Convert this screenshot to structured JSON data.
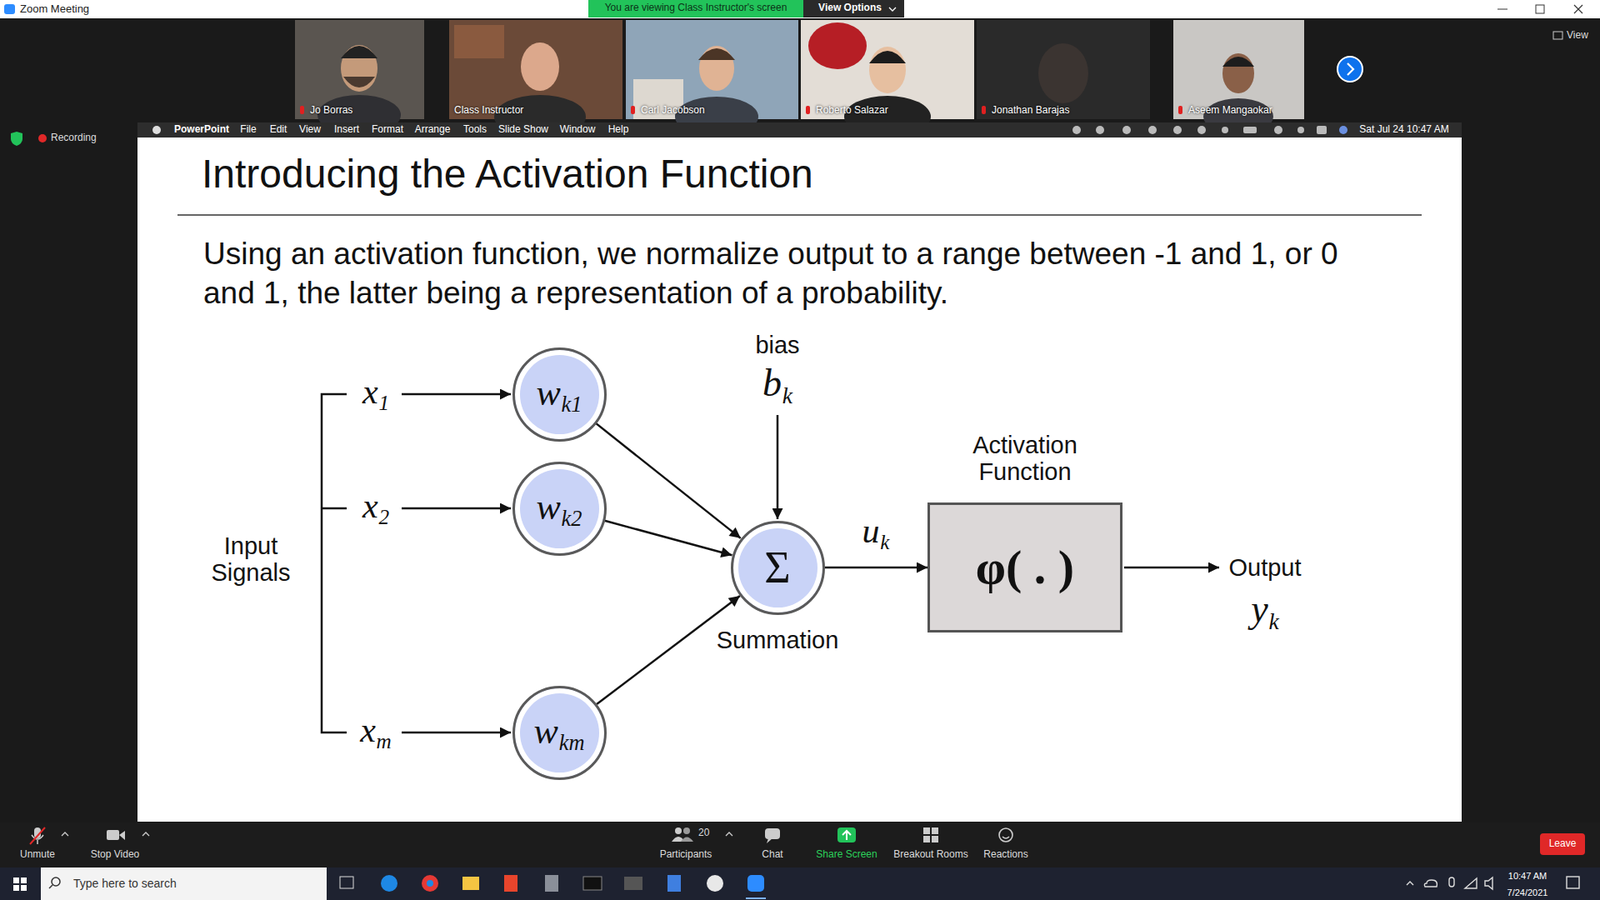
{
  "diagram": {
    "title": "Introducing the Activation Function",
    "nodes": [
      {
        "text": [
          "wk1"
        ]
      },
      {
        "text": [
          "wk2"
        ]
      },
      {
        "text": [
          "wkm"
        ]
      },
      {
        "text": [
          "Σ",
          "Summation"
        ]
      },
      {
        "text": [
          "Activation Function",
          "φ( . )"
        ]
      }
    ],
    "edges": [
      {
        "from": 0,
        "to": 3,
        "arrow": "to"
      },
      {
        "from": 1,
        "to": 3,
        "arrow": "to"
      },
      {
        "from": 2,
        "to": 3,
        "arrow": "to"
      },
      {
        "from": 3,
        "to": 4,
        "arrow": "to"
      }
    ],
    "labels": [
      "Using an activation function, we normalize output to a range between -1 and 1, or 0 and 1, the latter being a representation of a probability.",
      "x1",
      "x2",
      "xm",
      "Input Signals",
      "bias",
      "bk",
      "uk",
      "Output",
      "yk",
      "Zoom Meeting",
      "You are viewing Class Instructor's screen",
      "View Options",
      "Jo Borras",
      "Class Instructor",
      "Carl Jacobson",
      "Roberto Salazar",
      "Jonathan Barajas",
      "Aseem Mangaokar",
      "View",
      "Recording",
      "PowerPoint",
      "File",
      "Edit",
      "View",
      "Insert",
      "Format",
      "Arrange",
      "Tools",
      "Slide Show",
      "Window",
      "Help",
      "Sat Jul 24 10:47 AM",
      "Unmute",
      "Stop Video",
      "20",
      "Participants",
      "Chat",
      "Share Screen",
      "Breakout Rooms",
      "Reactions",
      "Leave",
      "Type here to search",
      "10:47 AM",
      "7/24/2021"
    ]
  }
}
